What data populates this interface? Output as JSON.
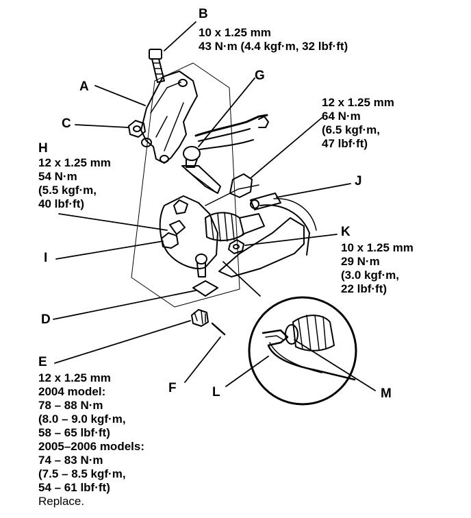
{
  "callouts": {
    "A": {
      "letter": "A"
    },
    "B": {
      "letter": "B",
      "spec": [
        "10 x 1.25 mm",
        "43 N·m (4.4 kgf·m, 32 lbf·ft)"
      ]
    },
    "C": {
      "letter": "C"
    },
    "D": {
      "letter": "D"
    },
    "E": {
      "letter": "E",
      "spec": [
        "12 x 1.25 mm",
        "2004 model:",
        "78 – 88 N·m",
        "(8.0 – 9.0 kgf·m,",
        "58 – 65 lbf·ft)",
        "2005–2006 models:",
        "74 – 83 N·m",
        "(7.5 – 8.5 kgf·m,",
        "54 – 61 lbf·ft)",
        "Replace."
      ]
    },
    "F": {
      "letter": "F"
    },
    "G": {
      "letter": "G",
      "spec": [
        "12 x 1.25 mm",
        "64 N·m",
        "(6.5 kgf·m,",
        "47 lbf·ft)"
      ]
    },
    "H": {
      "letter": "H",
      "spec": [
        "12 x 1.25 mm",
        "54 N·m",
        "(5.5 kgf·m,",
        "40 lbf·ft)"
      ]
    },
    "I": {
      "letter": "I"
    },
    "J": {
      "letter": "J"
    },
    "K": {
      "letter": "K",
      "spec": [
        "10 x 1.25 mm",
        "29 N·m",
        "(3.0 kgf·m,",
        "22 lbf·ft)"
      ]
    },
    "L": {
      "letter": "L"
    },
    "M": {
      "letter": "M"
    }
  },
  "colors": {
    "ink": "#000000",
    "paper": "#ffffff"
  }
}
